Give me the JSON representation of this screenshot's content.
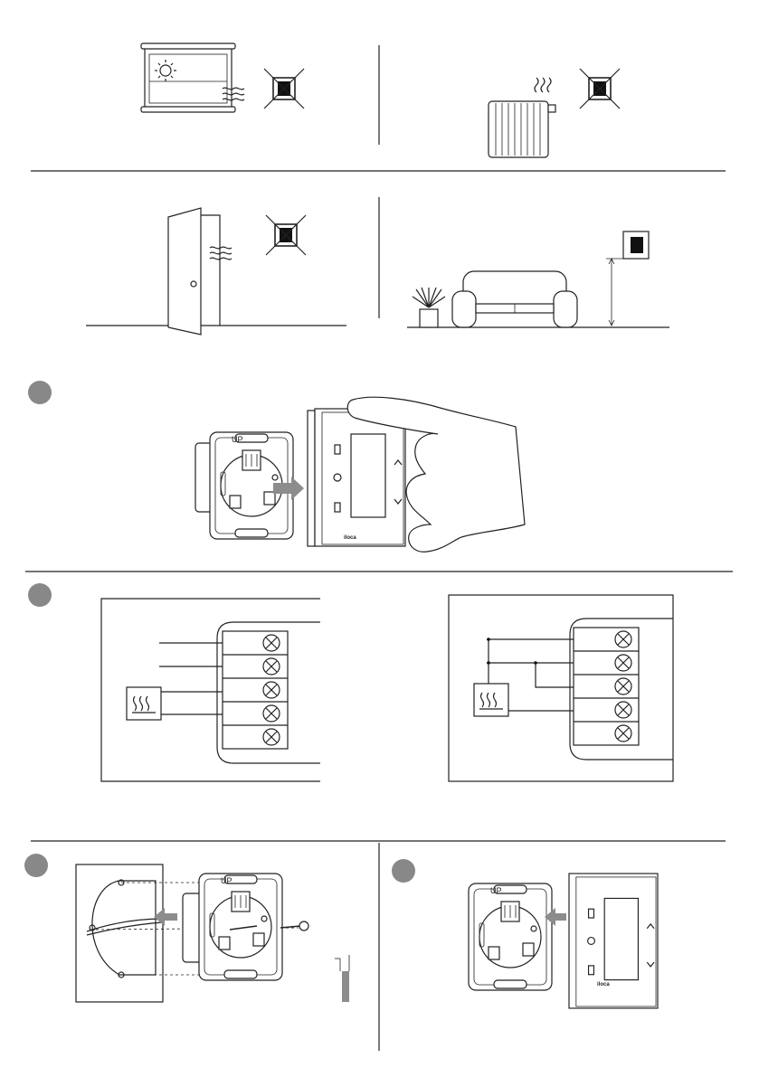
{
  "colors": {
    "line": "#222222",
    "step_marker": "#888888",
    "arrow": "#8c8c8c"
  },
  "labels": {
    "up": "UP",
    "brand": "iloca"
  },
  "icons": [
    "sun-icon",
    "heat-waves-icon",
    "crossed-thermostat-icon",
    "radiator-icon",
    "door-icon",
    "plant-icon",
    "sofa-icon",
    "thermostat-icon",
    "heating-element-icon",
    "terminal-screw-icon",
    "screw-icon",
    "hand-icon",
    "arrow-icon",
    "chevron-up-icon",
    "chevron-down-icon"
  ],
  "steps": [
    "step-1",
    "step-2",
    "step-3",
    "step-4"
  ]
}
